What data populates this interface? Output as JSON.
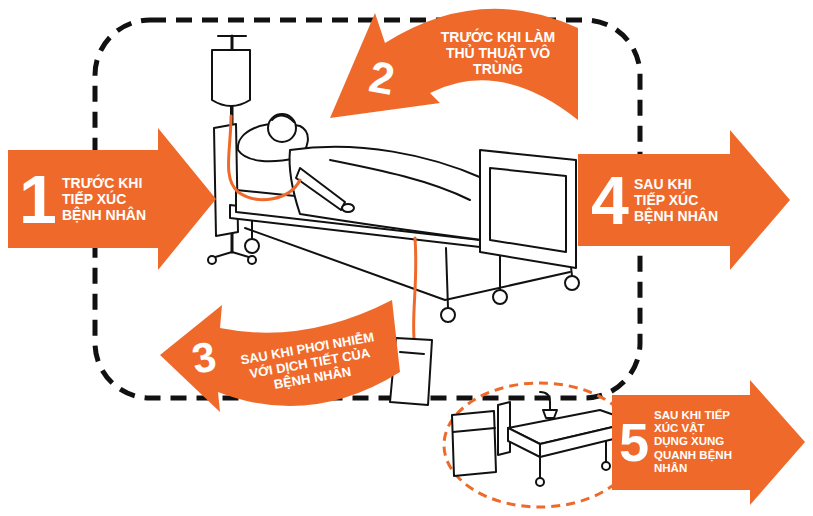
{
  "diagram": {
    "nodes": [
      {
        "text": [
          "1",
          "TRƯỚC KHI TIẾP XÚC BỆNH NHÂN"
        ]
      },
      {
        "text": [
          "2",
          "TRƯỚC KHI LÀM THỦ THUẬT VÔ TRÙNG"
        ]
      },
      {
        "text": [
          "3",
          "SAU KHI PHƠI NHIỄM VỚI DỊCH TIẾT CỦA BỆNH NHÂN"
        ]
      },
      {
        "text": [
          "4",
          "SAU KHI TIẾP XÚC BỆNH NHÂN"
        ]
      },
      {
        "text": [
          "5",
          "SAU KHI TIẾP XÚC VẬT DỤNG XUNG QUANH BỆNH NHÂN"
        ]
      }
    ]
  }
}
